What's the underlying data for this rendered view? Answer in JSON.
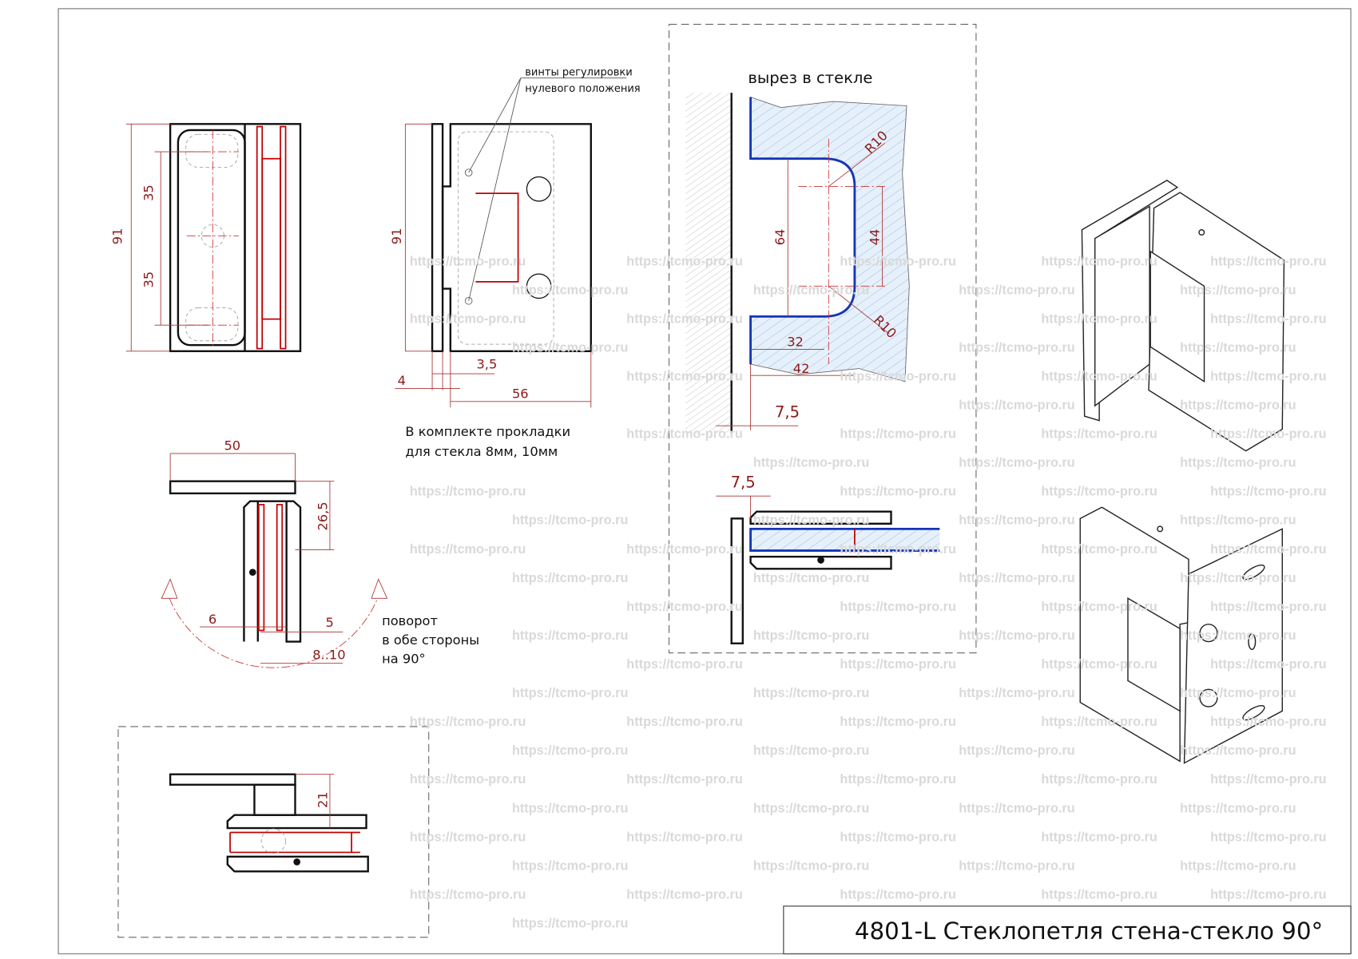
{
  "title_block": {
    "title": "4801-L Стеклопетля стена-стекло 90°"
  },
  "front_view": {
    "dims": {
      "height": "91",
      "upper_pitch": "35",
      "lower_pitch": "35"
    }
  },
  "side_view": {
    "callout": [
      "винты регулировки",
      "нулевого положения"
    ],
    "dims": {
      "height": "91",
      "gap": "3,5",
      "plate": "4",
      "depth": "56"
    },
    "note": [
      "В комплекте прокладки",
      "для стекла 8мм, 10мм"
    ]
  },
  "top_view": {
    "dims": {
      "width": "50",
      "offset": "26,5",
      "left": "6",
      "right": "5",
      "glass": "8..10"
    },
    "rotation_note": [
      "поворот",
      "в обе стороны",
      "на 90°"
    ]
  },
  "bottom_view": {
    "dims": {
      "offset": "21"
    }
  },
  "cutout": {
    "title": "вырез в стекле",
    "dims": {
      "radius_top": "R10",
      "radius_bottom": "R10",
      "height": "64",
      "inner_height": "44",
      "depth": "32",
      "depth_total": "42",
      "wall_gap": "7,5"
    }
  },
  "glass_section": {
    "dims": {
      "wall_gap": "7,5"
    }
  },
  "watermark": "https://tcmo-pro.ru",
  "colors": {
    "outline": "#111111",
    "dimension": "#a33333",
    "cutout": "#1435b8",
    "hidden": "#c00000"
  }
}
